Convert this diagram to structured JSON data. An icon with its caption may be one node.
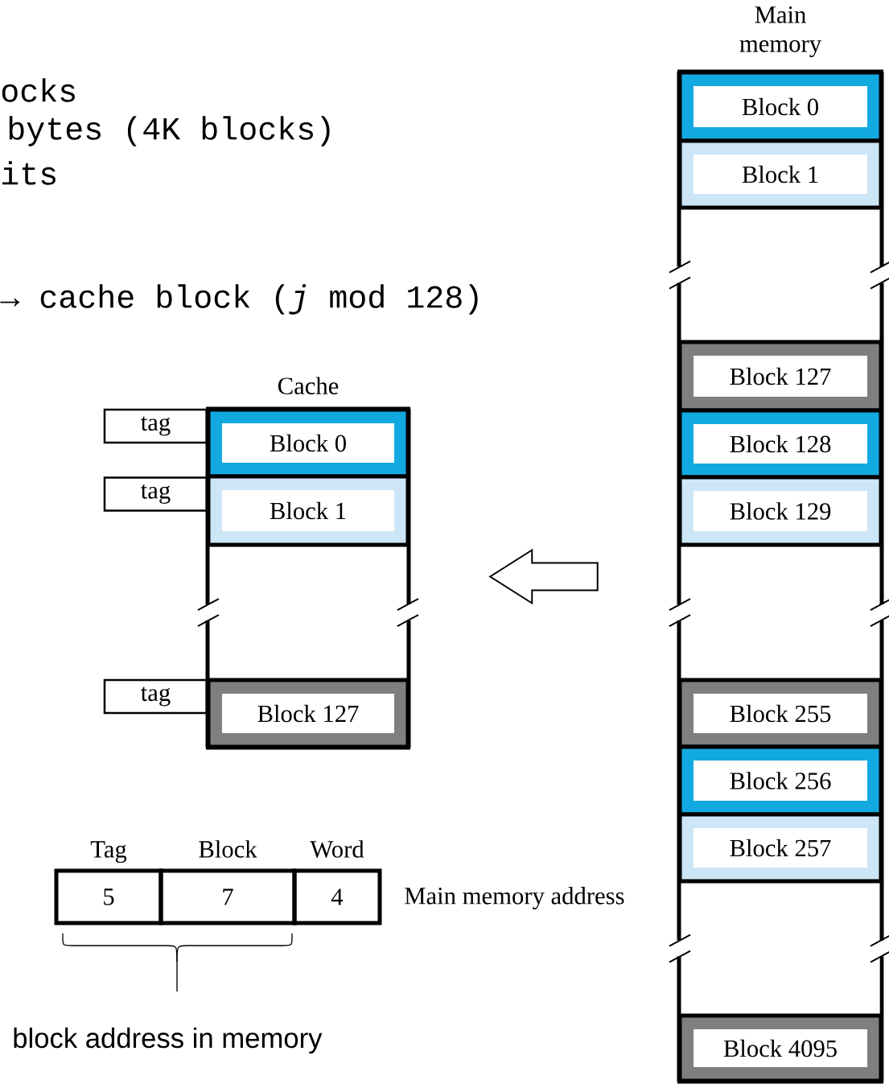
{
  "diagram": {
    "nodes": [
      {
        "text": [
          "Cache"
        ]
      },
      {
        "text": [
          "Block 0"
        ],
        "in": 0
      },
      {
        "text": [
          "Block 1"
        ],
        "in": 0
      },
      {
        "text": [
          "Block 127"
        ],
        "in": 0
      },
      {
        "text": [
          "tag"
        ]
      },
      {
        "text": [
          "tag"
        ]
      },
      {
        "text": [
          "tag"
        ]
      },
      {
        "text": [
          "Main memory"
        ]
      },
      {
        "text": [
          "Block 0"
        ],
        "in": 7
      },
      {
        "text": [
          "Block 1"
        ],
        "in": 7
      },
      {
        "text": [
          "Block 127"
        ],
        "in": 7
      },
      {
        "text": [
          "Block 128"
        ],
        "in": 7
      },
      {
        "text": [
          "Block 129"
        ],
        "in": 7
      },
      {
        "text": [
          "Block 255"
        ],
        "in": 7
      },
      {
        "text": [
          "Block 256"
        ],
        "in": 7
      },
      {
        "text": [
          "Block 257"
        ],
        "in": 7
      },
      {
        "text": [
          "Block 4095"
        ],
        "in": 7
      },
      {
        "text": [
          "Tag",
          "5"
        ]
      },
      {
        "text": [
          "Block",
          "7"
        ]
      },
      {
        "text": [
          "Word",
          "4"
        ]
      }
    ],
    "edges": [
      {
        "from": 7,
        "to": 0,
        "arrow": "to"
      }
    ],
    "labels": [
      "ocks",
      "bytes (4K blocks)",
      "its",
      "→ cache block (*j* mod 128)",
      "Main memory address",
      "block address in memory"
    ]
  }
}
